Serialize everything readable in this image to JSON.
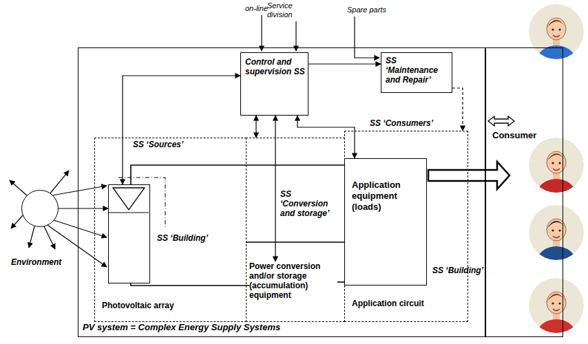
{
  "diagram": {
    "nodes": [
      {
        "text": [
          "PV system = Complex Energy Supply Systems"
        ]
      },
      {
        "text": [
          "Control and supervision SS"
        ],
        "in": 0
      },
      {
        "text": [
          "SS ‘Maintenance and Repair’"
        ],
        "in": 0
      },
      {
        "text": [
          "SS ‘Sources’",
          "Photovoltaic array"
        ],
        "in": 0
      },
      {
        "text": [
          "SS ‘Conversion and storage’"
        ],
        "in": 0
      },
      {
        "text": [
          "SS ‘Consumers’",
          "Application circuit"
        ],
        "in": 0
      },
      {
        "text": [
          "SS ‘Building’"
        ],
        "in": 3
      },
      {
        "text": [
          "Power conversion and/or storage (accumulation) equipment"
        ],
        "in": 4
      },
      {
        "text": [
          "Application equipment (loads)"
        ],
        "in": 5
      },
      {
        "text": [
          "Consumer"
        ]
      },
      {
        "text": [
          "Environment"
        ]
      }
    ],
    "edges": [
      {
        "from": 1,
        "to": 2,
        "arrow": "to"
      },
      {
        "from": 1,
        "to": 6,
        "arrow": "both"
      },
      {
        "from": 1,
        "to": 4,
        "arrow": "both"
      },
      {
        "from": 1,
        "to": 7,
        "arrow": "both"
      },
      {
        "from": 1,
        "to": 8,
        "arrow": "both"
      },
      {
        "from": 2,
        "to": 5,
        "arrow": "to"
      },
      {
        "from": 6,
        "to": 8,
        "arrow": "none"
      },
      {
        "from": 6,
        "to": 7,
        "arrow": "none"
      },
      {
        "from": 7,
        "to": 8,
        "arrow": "none"
      },
      {
        "from": 8,
        "to": 9,
        "arrow": "to"
      },
      {
        "from": 0,
        "to": 9,
        "arrow": "both"
      },
      {
        "from": 10,
        "to": 6,
        "arrow": "to"
      }
    ],
    "labels": [
      "on-line",
      "Service division",
      "Spare parts",
      "SS ‘Building’"
    ]
  }
}
